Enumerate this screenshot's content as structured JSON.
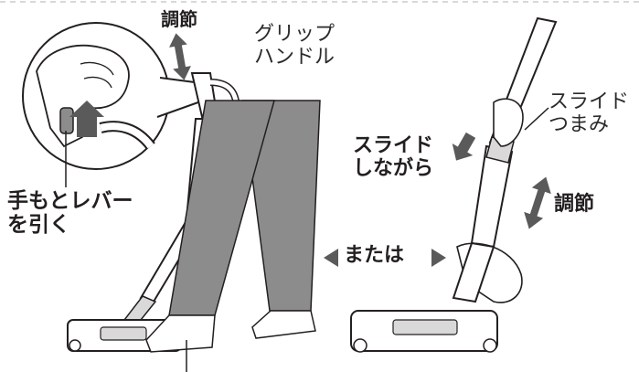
{
  "labels": {
    "adjust_top": "調節",
    "grip_handle": "グリップ\nハンドル",
    "pull_lever": "手もとレバー\nを引く",
    "slide_while": "スライド\nしながら",
    "slide_knob": "スライド\nつまみ",
    "adjust_right": "調節",
    "or_label": "または"
  },
  "icons": [
    "double-arrow-icon",
    "up-arrow-icon",
    "down-arrow-icon",
    "triangle-left-icon",
    "triangle-right-icon"
  ],
  "colors": {
    "line": "#231f20",
    "arrow": "#5a5a5a",
    "gray_fill": "#8c8c8c",
    "light_fill": "#d9d9d9"
  }
}
